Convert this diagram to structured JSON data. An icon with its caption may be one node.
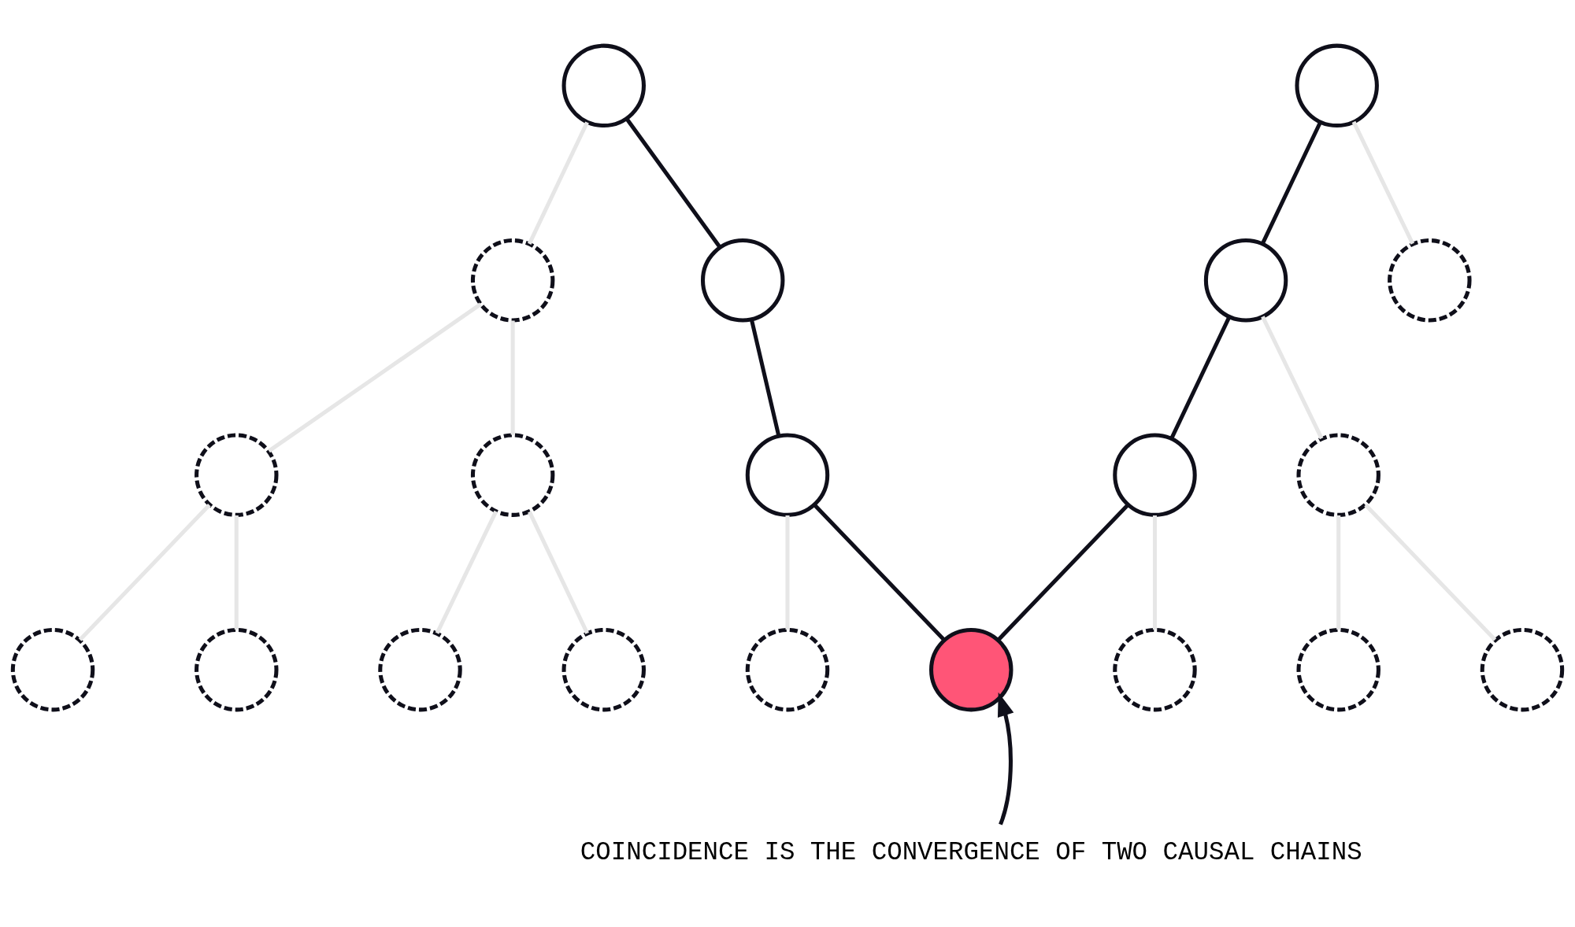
{
  "diagram": {
    "nodes": [
      {
        "text": [],
        "shape": "circle"
      },
      {
        "text": [],
        "shape": "circle"
      },
      {
        "text": [],
        "shape": "circle"
      },
      {
        "text": [],
        "shape": "circle"
      },
      {
        "text": [],
        "shape": "circle"
      },
      {
        "text": [],
        "shape": "circle"
      },
      {
        "text": [],
        "shape": "circle"
      },
      {
        "text": [],
        "shape": "circle"
      },
      {
        "text": [],
        "shape": "circle"
      },
      {
        "text": [],
        "shape": "circle"
      },
      {
        "text": [],
        "shape": "circle"
      },
      {
        "text": [],
        "shape": "circle"
      },
      {
        "text": [],
        "shape": "circle"
      },
      {
        "text": [],
        "shape": "circle"
      },
      {
        "text": [],
        "shape": "circle"
      },
      {
        "text": [],
        "shape": "circle"
      },
      {
        "text": [],
        "shape": "circle"
      },
      {
        "text": [],
        "shape": "circle"
      },
      {
        "text": [],
        "shape": "circle"
      },
      {
        "text": [],
        "shape": "circle"
      },
      {
        "text": [
          "COINCIDENCE IS THE CONVERGENCE OF TWO CAUSAL CHAINS"
        ]
      }
    ],
    "edges": [
      {
        "from": 0,
        "to": 2,
        "arrow": "none"
      },
      {
        "from": 0,
        "to": 3,
        "arrow": "none",
        "color": "#0f0f1a"
      },
      {
        "from": 1,
        "to": 4,
        "arrow": "none",
        "color": "#0f0f1a"
      },
      {
        "from": 1,
        "to": 5,
        "arrow": "none"
      },
      {
        "from": 2,
        "to": 6,
        "arrow": "none"
      },
      {
        "from": 2,
        "to": 7,
        "arrow": "none"
      },
      {
        "from": 3,
        "to": 8,
        "arrow": "none",
        "color": "#0f0f1a"
      },
      {
        "from": 4,
        "to": 9,
        "arrow": "none",
        "color": "#0f0f1a"
      },
      {
        "from": 4,
        "to": 10,
        "arrow": "none"
      },
      {
        "from": 6,
        "to": 11,
        "arrow": "none"
      },
      {
        "from": 6,
        "to": 12,
        "arrow": "none"
      },
      {
        "from": 7,
        "to": 13,
        "arrow": "none"
      },
      {
        "from": 7,
        "to": 14,
        "arrow": "none"
      },
      {
        "from": 8,
        "to": 15,
        "arrow": "none"
      },
      {
        "from": 8,
        "to": 16,
        "arrow": "none",
        "color": "#0f0f1a"
      },
      {
        "from": 9,
        "to": 16,
        "arrow": "none",
        "color": "#0f0f1a"
      },
      {
        "from": 9,
        "to": 17,
        "arrow": "none"
      },
      {
        "from": 10,
        "to": 18,
        "arrow": "none"
      },
      {
        "from": 10,
        "to": 19,
        "arrow": "none"
      },
      {
        "from": 20,
        "to": 16,
        "arrow": "to",
        "color": "#0f0f1a"
      }
    ]
  }
}
